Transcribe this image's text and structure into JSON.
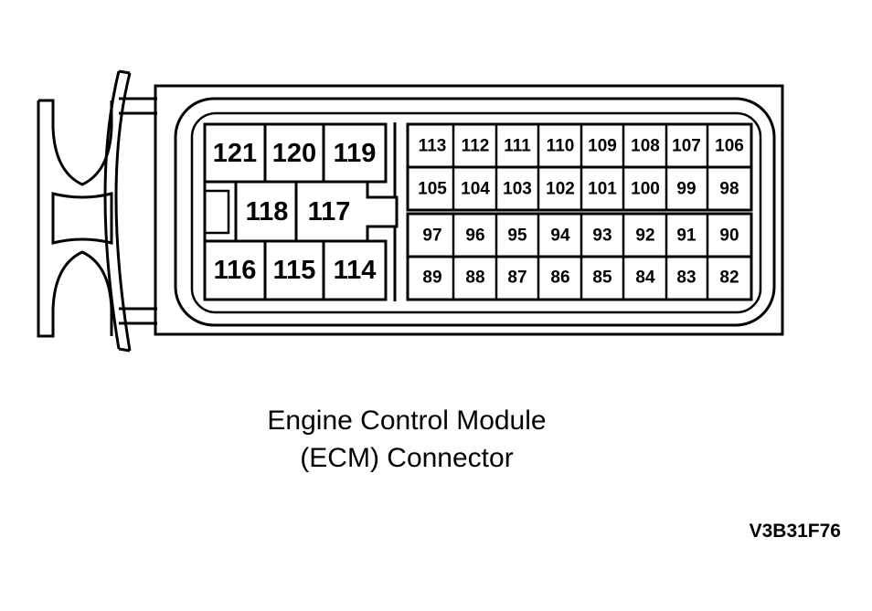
{
  "connector": {
    "large_pins_top": [
      "121",
      "120",
      "119"
    ],
    "large_pins_middle": [
      "118",
      "117"
    ],
    "large_pins_bottom": [
      "116",
      "115",
      "114"
    ],
    "small_pins_row1": [
      "113",
      "112",
      "111",
      "110",
      "109",
      "108",
      "107",
      "106"
    ],
    "small_pins_row2": [
      "105",
      "104",
      "103",
      "102",
      "101",
      "100",
      "99",
      "98"
    ],
    "small_pins_row3": [
      "97",
      "96",
      "95",
      "94",
      "93",
      "92",
      "91",
      "90"
    ],
    "small_pins_row4": [
      "89",
      "88",
      "87",
      "86",
      "85",
      "84",
      "83",
      "82"
    ]
  },
  "caption": {
    "line1": "Engine Control Module",
    "line2": "(ECM) Connector"
  },
  "figure_code": "V3B31F76"
}
